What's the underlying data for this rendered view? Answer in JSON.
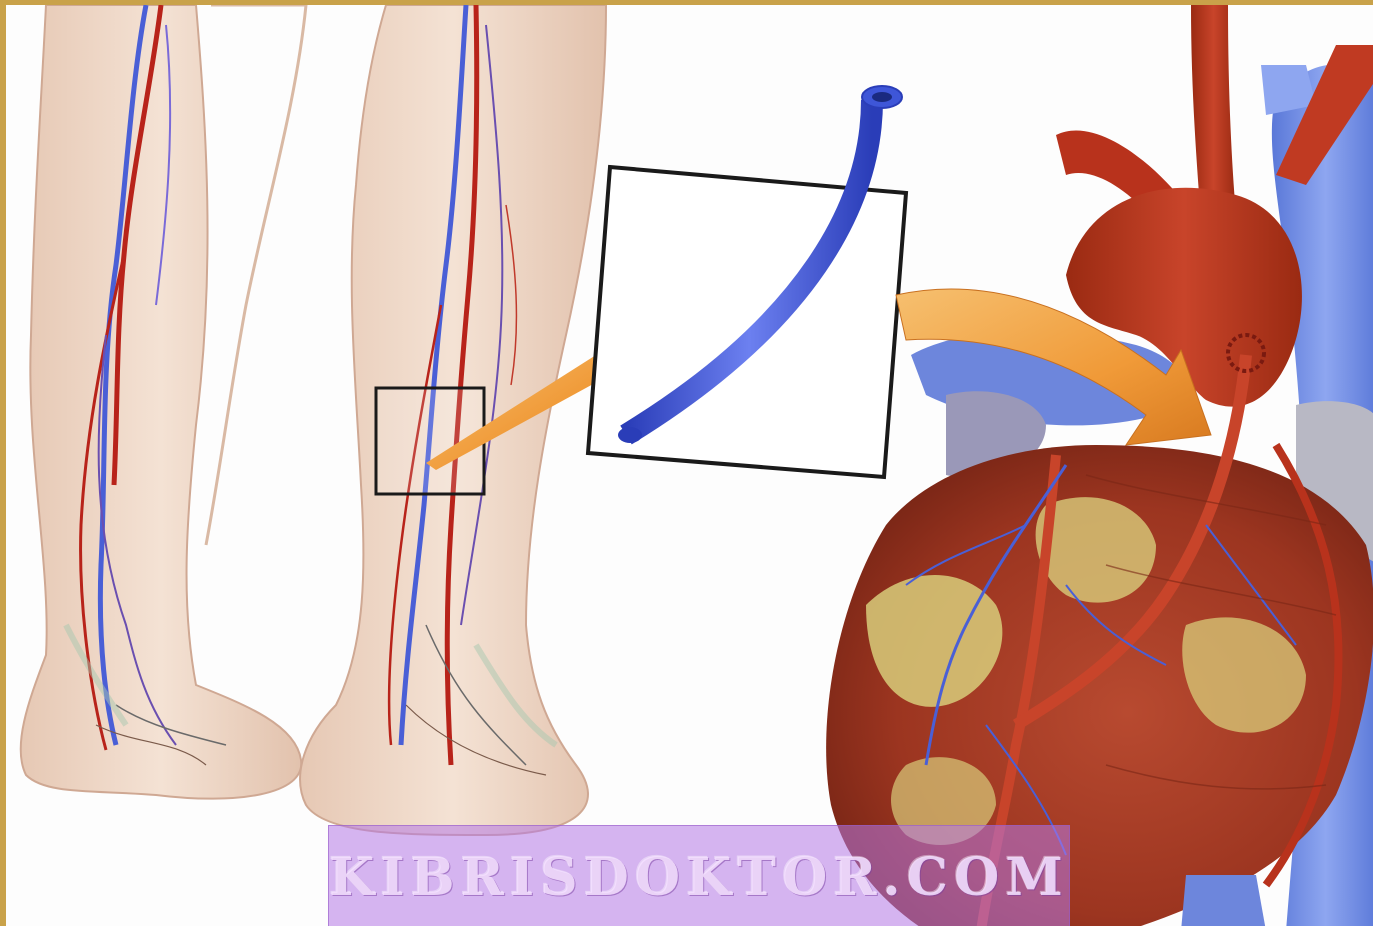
{
  "watermark": {
    "text": "KIBRISDOKTOR.COM"
  },
  "colors": {
    "frame_border": "#c9a24a",
    "skin": "#efd6c2",
    "vein_blue": "#4a5fd6",
    "artery_red": "#b8231a",
    "graft_blue": "#3e56d8",
    "heart_muscle": "#a8402a",
    "fat_yellow": "#d8cc7a",
    "arrow_orange": "#f0a040",
    "watermark_bg": "#b478e6"
  },
  "icons": {
    "leg_left": "leg-illustration",
    "leg_right": "leg-illustration",
    "zoom_box_small": "selection-box",
    "zoom_box_large": "magnified-vein-box",
    "graft_vein": "blue-vessel",
    "heart": "heart-anatomy",
    "arrow": "curved-arrow"
  }
}
